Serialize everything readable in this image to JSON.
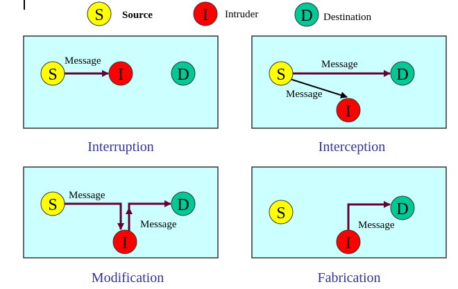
{
  "colors": {
    "panel_fill": "#ccffff",
    "panel_stroke": "#333333",
    "source_fill": "#ffff00",
    "intruder_fill": "#ff0000",
    "destination_fill": "#00c896",
    "arrow": "#660033",
    "black_arrow": "#000000",
    "caption": "#333399"
  },
  "legend": {
    "source": {
      "letter": "S",
      "label": "Source"
    },
    "intruder": {
      "letter": "I",
      "label": "Intruder"
    },
    "destination": {
      "letter": "D",
      "label": "Destination"
    }
  },
  "panels": {
    "interruption": {
      "caption": "Interruption",
      "message": "Message"
    },
    "interception": {
      "caption": "Interception",
      "message_top": "Message",
      "message_bottom": "Message"
    },
    "modification": {
      "caption": "Modification",
      "message_top": "Message",
      "message_bottom": "Message"
    },
    "fabrication": {
      "caption": "Fabrication",
      "message": "Message"
    }
  }
}
